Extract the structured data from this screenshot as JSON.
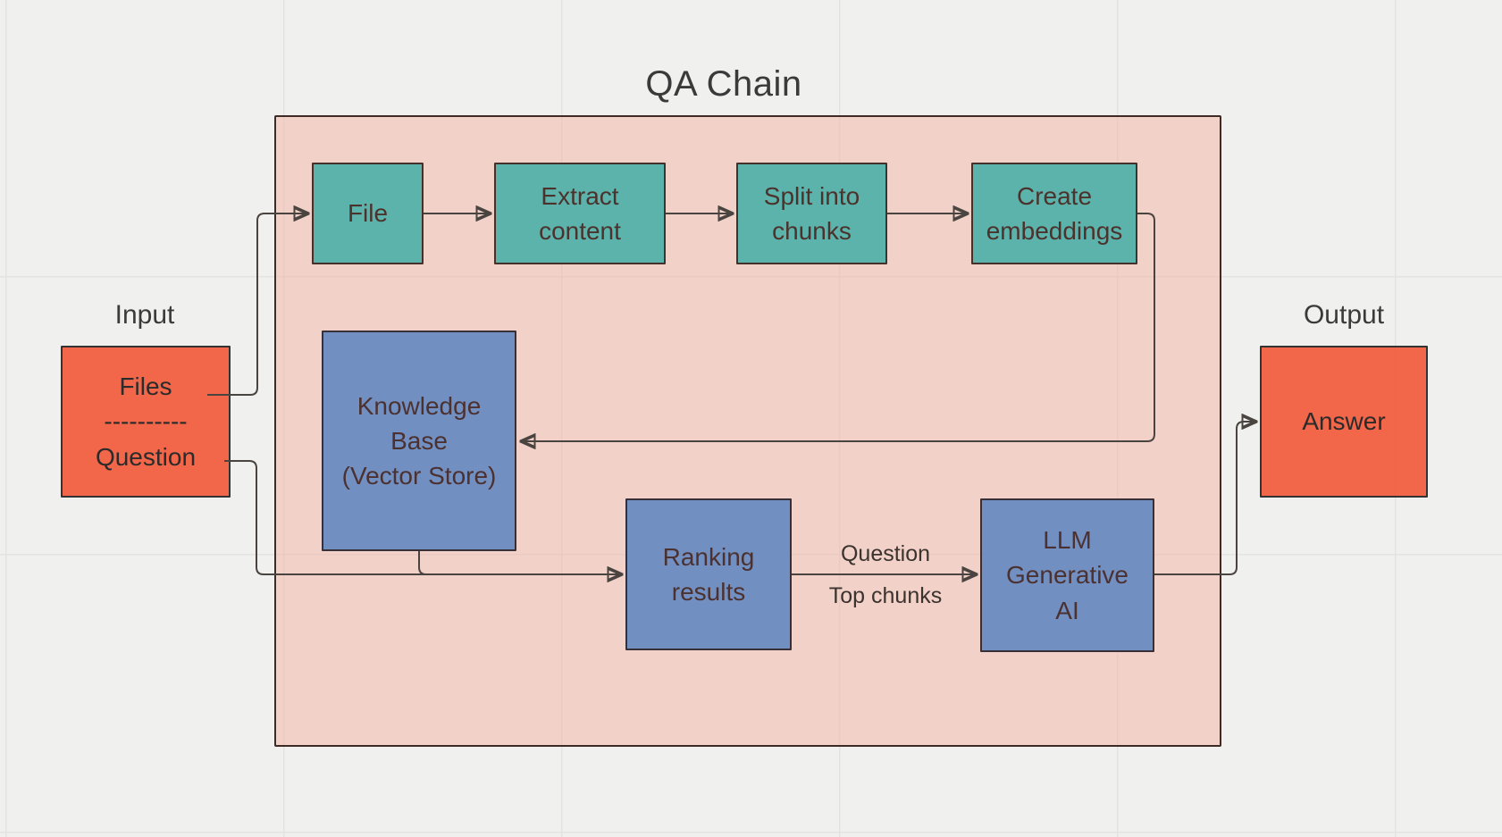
{
  "diagram": {
    "title": "QA Chain",
    "input": {
      "label": "Input",
      "lines": [
        "Files",
        "----------",
        "Question"
      ]
    },
    "output": {
      "label": "Output",
      "node": "Answer"
    },
    "chain_nodes": {
      "file": {
        "lines": [
          "File"
        ]
      },
      "extract_content": {
        "lines": [
          "Extract",
          "content"
        ]
      },
      "split_into_chunks": {
        "lines": [
          "Split into",
          "chunks"
        ]
      },
      "create_embeddings": {
        "lines": [
          "Create",
          "embeddings"
        ]
      },
      "knowledge_base": {
        "lines": [
          "Knowledge",
          "Base",
          "(Vector Store)"
        ]
      },
      "ranking_results": {
        "lines": [
          "Ranking",
          "results"
        ]
      },
      "llm_generative_ai": {
        "lines": [
          "LLM",
          "Generative",
          "AI"
        ]
      }
    },
    "edge_labels": {
      "question": "Question",
      "top_chunks": "Top chunks"
    },
    "colors": {
      "canvas_background": "#f0f0ef",
      "grid_line": "#e3e3e2",
      "container_fill": "#f2d1c9",
      "container_border": "#3e2b25",
      "process_fill": "#5cb8b2",
      "store_fill": "#7294c8",
      "io_fill": "#f0664a",
      "node_text": "#4b322c",
      "connector": "#4a4440"
    }
  }
}
